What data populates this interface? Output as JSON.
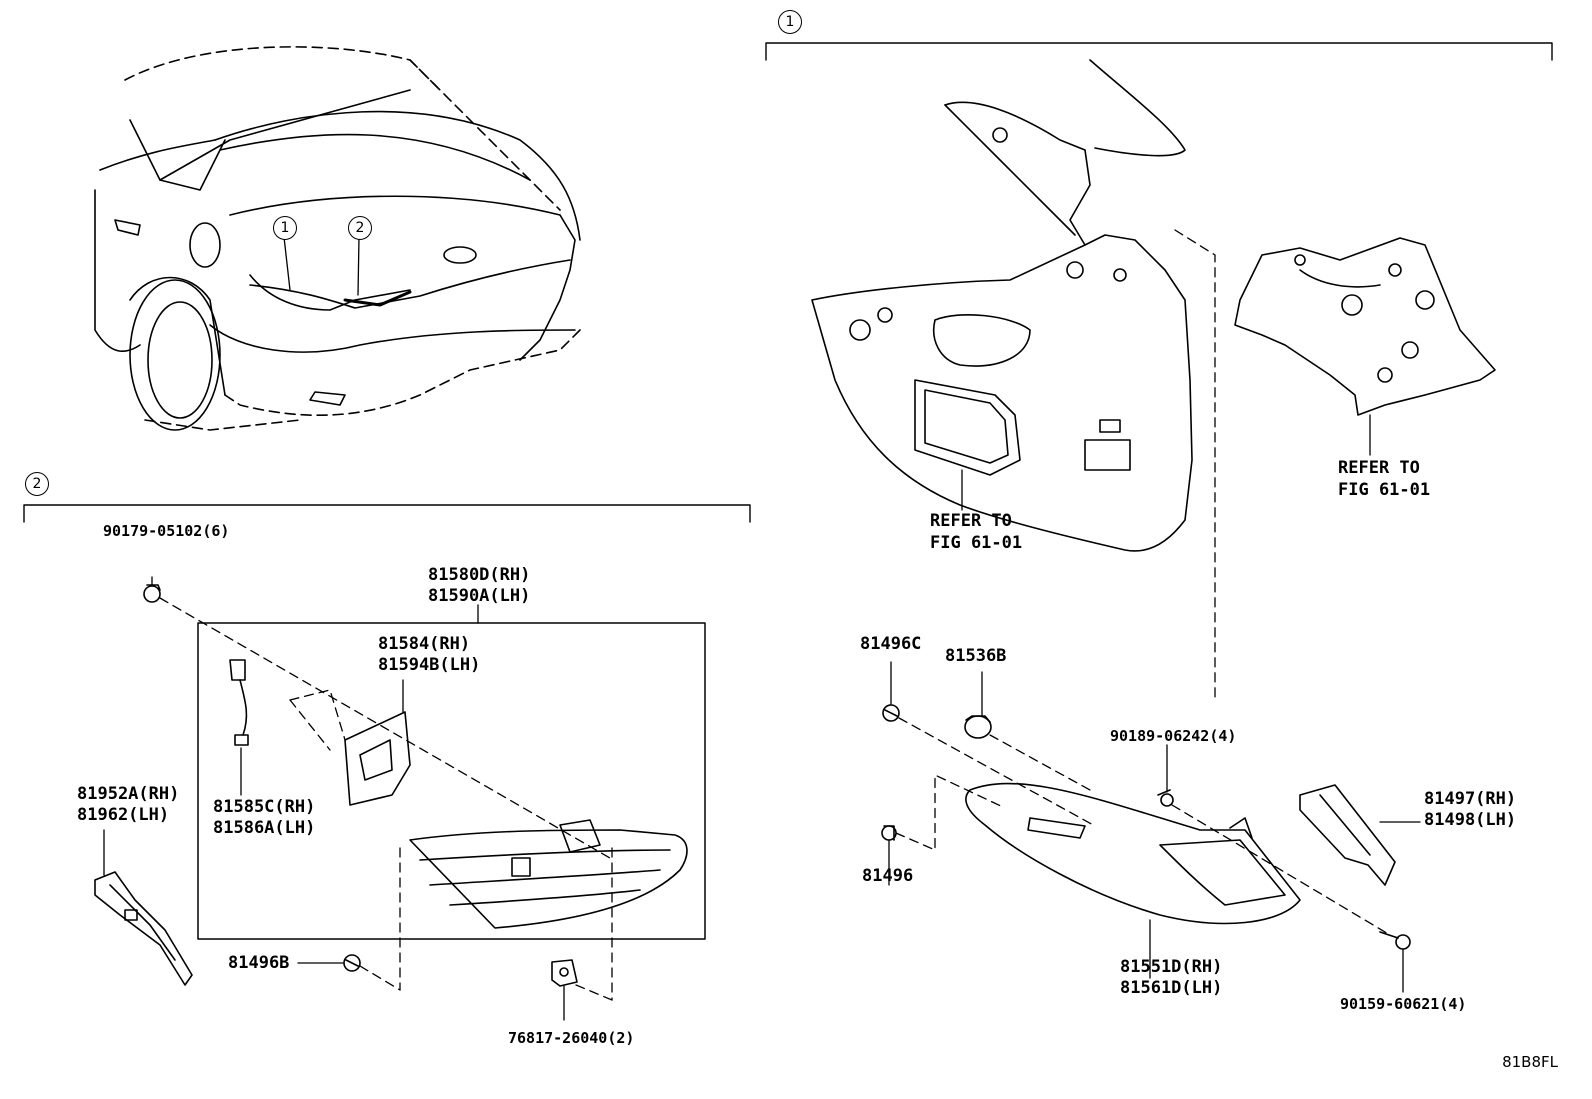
{
  "callouts": {
    "one": "1",
    "two": "2"
  },
  "parts": {
    "p90179": "90179-05102(6)",
    "p81580": [
      "81580D(RH)",
      "81590A(LH)"
    ],
    "p81584": [
      "81584(RH)",
      "81594B(LH)"
    ],
    "p81585": [
      "81585C(RH)",
      "81586A(LH)"
    ],
    "p81952": [
      "81952A(RH)",
      "81962(LH)"
    ],
    "p81496B": "81496B",
    "p76817": "76817-26040(2)",
    "p81496C": "81496C",
    "p81536B": "81536B",
    "p81496": "81496",
    "p90189": "90189-06242(4)",
    "p81497": [
      "81497(RH)",
      "81498(LH)"
    ],
    "p81551": [
      "81551D(RH)",
      "81561D(LH)"
    ],
    "p90159": "90159-60621(4)"
  },
  "refers": {
    "left": [
      "REFER TO",
      "FIG 61-01"
    ],
    "right": [
      "REFER TO",
      "FIG 61-01"
    ]
  },
  "drawing_code": "81B8FL"
}
